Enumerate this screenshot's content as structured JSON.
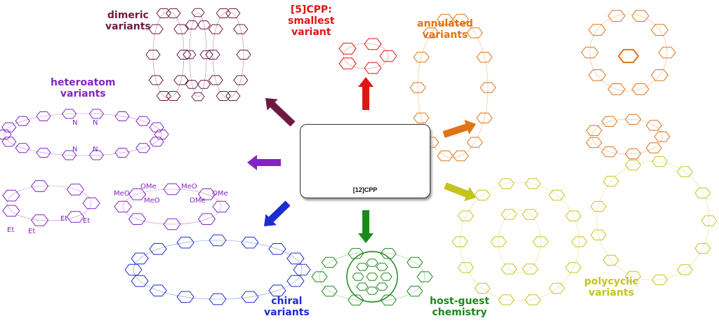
{
  "center": {
    "label": "[12]CPP"
  },
  "labels": {
    "dimeric": {
      "line1": "dimeric",
      "line2": "variants",
      "color": "#6e1a40"
    },
    "smallest": {
      "line1": "[5]CPP:",
      "line2": "smallest",
      "line3": "variant",
      "color": "#e01414"
    },
    "annulated": {
      "line1": "annulated",
      "line2": "variants",
      "color": "#e07414"
    },
    "heteroatom": {
      "line1": "heteroatom",
      "line2": "variants",
      "color": "#8424c4"
    },
    "chiral": {
      "line1": "chiral",
      "line2": "variants",
      "color": "#1c2cd0"
    },
    "hostguest": {
      "line1": "host-guest",
      "line2": "chemistry",
      "color": "#1a8a1a"
    },
    "polycyclic": {
      "line1": "polycyclic",
      "line2": "variants",
      "color": "#c4c41c"
    }
  },
  "substituents": {
    "n1": "N",
    "n2": "N",
    "n3": "N",
    "n4": "N",
    "et1": "Et",
    "et2": "Et",
    "et3": "Et",
    "et4": "Et",
    "ome1": "OMe",
    "ome2": "MeO",
    "ome3": "MeO",
    "ome4": "OMe",
    "ome5": "MeO",
    "ome6": "OMe"
  }
}
